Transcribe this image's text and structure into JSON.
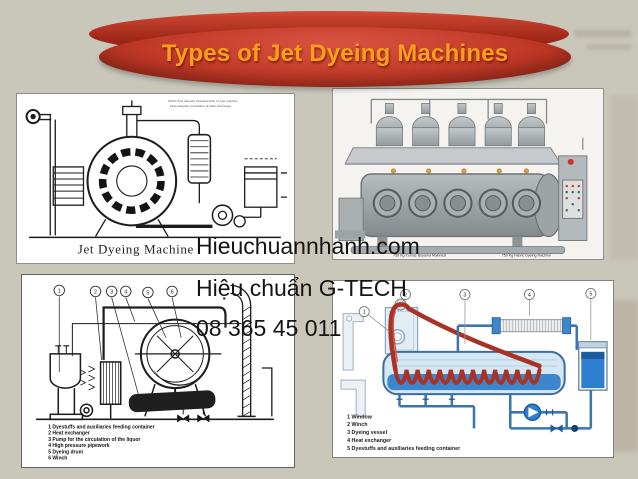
{
  "banner": {
    "title": "Types of Jet Dyeing Machines"
  },
  "colors": {
    "background": "#c9c6ba",
    "banner_red": "#c23a28",
    "title_orange": "#f8a01c",
    "diagram_blue": "#3c87cb",
    "rope_red": "#a83226"
  },
  "watermark": {
    "line1": "Hieuchuannhanh.com",
    "line2": "Hiệu chuẩn G-TECH",
    "line3": "08 365 45 011"
  },
  "panels": {
    "top_left": {
      "caption": "Jet Dyeing Machine",
      "header_line1": "Winch flow diagram    Characteristic of a jet machine",
      "header_line2": "Flow Diagram    Circulation of fabric and liquor"
    },
    "top_right": {
      "caption_left": "750 Kg Kumas Boyama Makinesi",
      "caption_right": "750 Kg Fabric Dyeing Machine"
    },
    "bottom_left": {
      "callouts": [
        "1",
        "2",
        "3",
        "4",
        "5",
        "6"
      ],
      "legend": [
        "1 Dyestuffs and auxiliaries feeding container",
        "2 Heat exchanger",
        "3 Pump for the circulation of the liquor",
        "4 High pressure pipework",
        "5 Dyeing drum",
        "6 Winch"
      ]
    },
    "bottom_right": {
      "callouts": [
        "1",
        "2",
        "3",
        "4",
        "5"
      ],
      "legend": [
        "1 Window",
        "2 Winch",
        "3 Dyeing vessel",
        "4 Heat exchanger",
        "5 Dyestuffs and auxiliaries feeding container"
      ]
    }
  }
}
